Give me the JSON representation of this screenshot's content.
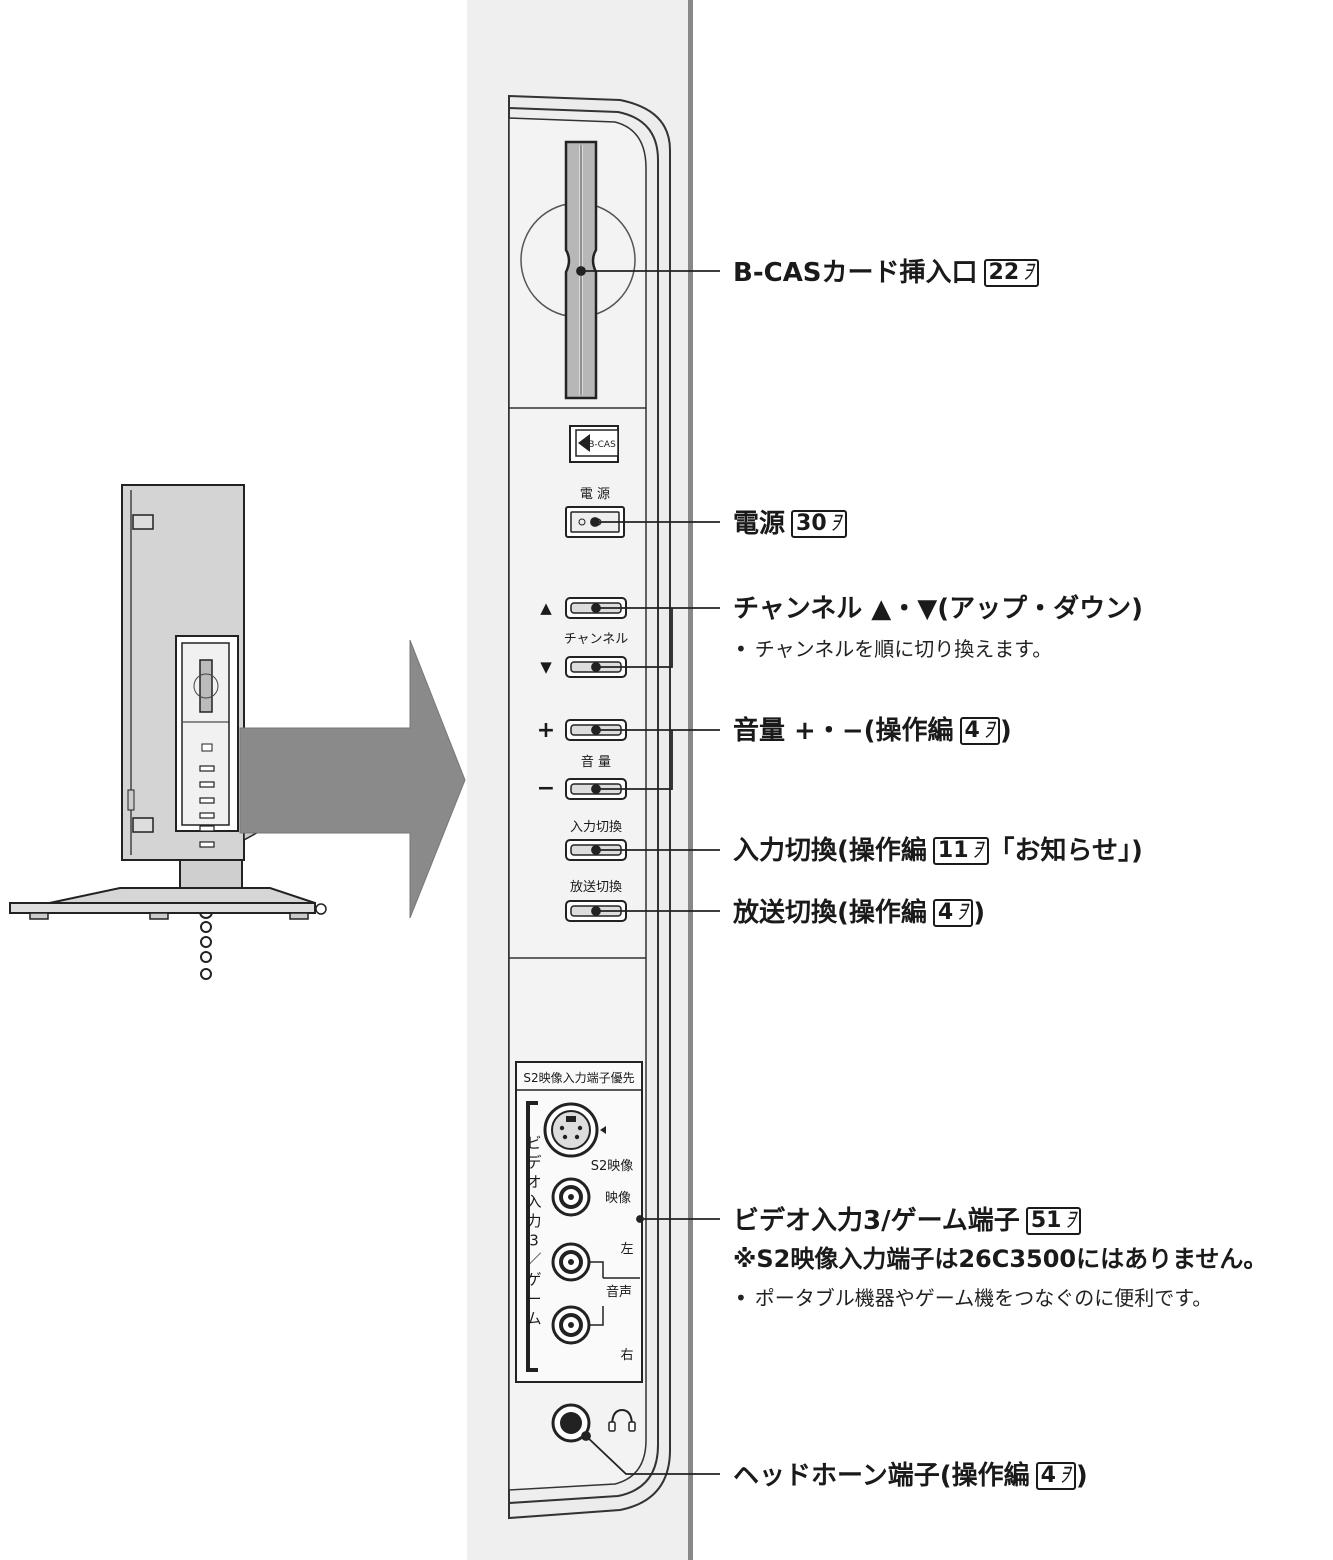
{
  "callouts": {
    "bcas": {
      "label": "B-CASカード挿入口",
      "page": "22"
    },
    "power": {
      "label": "電源",
      "page": "30"
    },
    "channel": {
      "label": "チャンネル ▲・▼(アップ・ダウン)",
      "note": "チャンネルを順に切り換えます。"
    },
    "volume": {
      "label": "音量 +・−(操作編",
      "page": "4",
      "close": ")"
    },
    "input": {
      "label": "入力切換(操作編",
      "page": "11",
      "after": "「お知らせ」)"
    },
    "broadcast": {
      "label": "放送切換(操作編",
      "page": "4",
      "close": ")"
    },
    "video3": {
      "label": "ビデオ入力3/ゲーム端子",
      "page": "51",
      "note_bold": "※S2映像入力端子は26C3500にはありません。",
      "note": "ポータブル機器やゲーム機をつなぐのに便利です。"
    },
    "headphone": {
      "label": "ヘッドホーン端子(操作編",
      "page": "4",
      "close": ")"
    }
  },
  "ref_mark": "ｦ",
  "panel": {
    "bcas_icon": "B-CAS",
    "power": "電 源",
    "channel": "チャンネル",
    "volume": "音 量",
    "input": "入力切換",
    "broadcast": "放送切換",
    "s2_priority": "S2映像入力端子優先",
    "vertical_label": [
      "ビ",
      "デ",
      "オ",
      "入",
      "力",
      "3",
      "／",
      "ゲ",
      "ー",
      "ム"
    ],
    "s2": "S2映像",
    "video": "映像",
    "left": "左",
    "audio": "音声",
    "right": "右",
    "up_mark": "▲",
    "down_mark": "▼",
    "plus_mark": "+",
    "minus_mark": "−"
  },
  "icons": [
    "headphone-icon",
    "bcas-card-icon",
    "s-video-jack-icon",
    "rca-jack-icon",
    "arrow-right-icon"
  ]
}
